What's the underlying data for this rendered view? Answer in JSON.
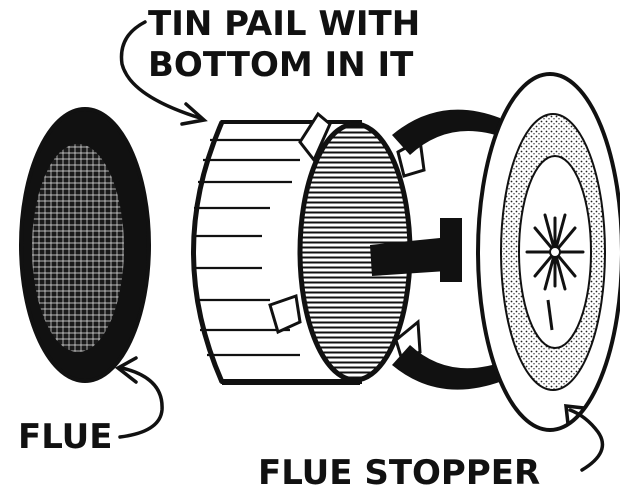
{
  "diagram": {
    "labels": {
      "pail_line1": "TIN PAIL WITH",
      "pail_line2": "BOTTOM IN IT",
      "flue": "FLUE",
      "flue_stopper": "FLUE STOPPER"
    },
    "parts": [
      "flue",
      "tin-pail",
      "bracket-straps",
      "flue-stopper"
    ],
    "colors": {
      "ink": "#111111",
      "paper": "#ffffff"
    }
  }
}
